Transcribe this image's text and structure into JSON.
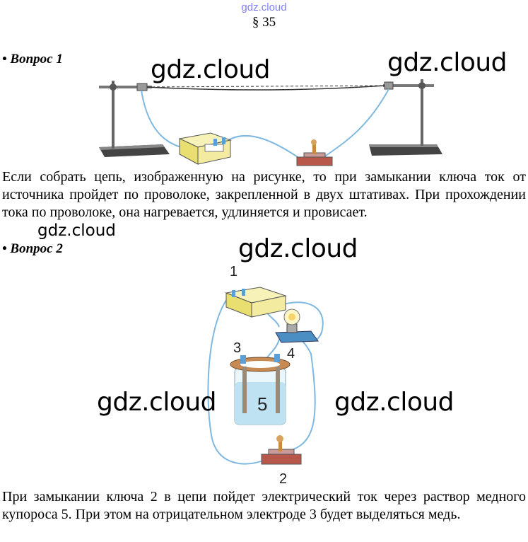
{
  "header": {
    "watermark": "gdz.cloud",
    "section": "§ 35"
  },
  "question1": {
    "heading": "• Вопрос 1",
    "text": "Если собрать цепь, изображенную на рисунке, то при замыкании ключа ток от источника пройдет по проволоке, закрепленной в двух штативах. При прохождении тока по проволоке, она нагревается, удлиняется и провисает."
  },
  "question2": {
    "heading": "• Вопрос 2",
    "text": "При замыкании ключа 2 в цепи пойдет электрический ток через раствор медного купороса 5. При этом на отрицательном электроде 3 будет выделяться медь.",
    "figure_labels": {
      "source": "1",
      "key": "2",
      "electrode": "3",
      "lamp": "4",
      "solution": "5"
    }
  },
  "watermarks": {
    "w1": "gdz.cloud",
    "w2": "gdz.cloud",
    "w3": "gdz.cloud",
    "w4": "gdz.cloud",
    "w5": "gdz.cloud",
    "w6": "gdz.cloud"
  },
  "colors": {
    "wire": "#7fb8e0",
    "stand": "#555555",
    "source": "#f2eba0",
    "key_base": "#b8584a",
    "solution": "#bfe2f2"
  }
}
